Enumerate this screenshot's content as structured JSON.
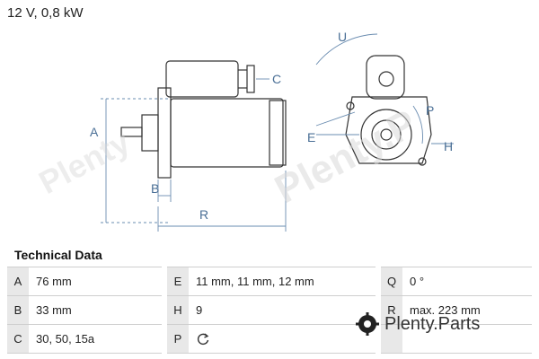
{
  "header": {
    "spec": "12 V, 0,8 kW"
  },
  "drawing": {
    "labels": {
      "a": "A",
      "b": "B",
      "r": "R",
      "c": "C",
      "e": "E",
      "h": "H",
      "p": "P",
      "u": "U"
    }
  },
  "technical_data": {
    "title": "Technical Data",
    "rows": [
      [
        {
          "key": "A",
          "value": "76 mm"
        },
        {
          "key": "E",
          "value": "11 mm, 11 mm, 12 mm"
        },
        {
          "key": "Q",
          "value": "0 °"
        }
      ],
      [
        {
          "key": "B",
          "value": "33 mm"
        },
        {
          "key": "H",
          "value": "9"
        },
        {
          "key": "R",
          "value": "max. 223 mm"
        }
      ],
      [
        {
          "key": "C",
          "value": "30, 50, 15a"
        },
        {
          "key": "P",
          "value": ""
        },
        {
          "key": "",
          "value": ""
        }
      ]
    ]
  },
  "rotation_icon": "counterclockwise-rotation-icon",
  "watermark": {
    "brand": "Plenty.Parts",
    "left_text": "Plenty Parts"
  }
}
